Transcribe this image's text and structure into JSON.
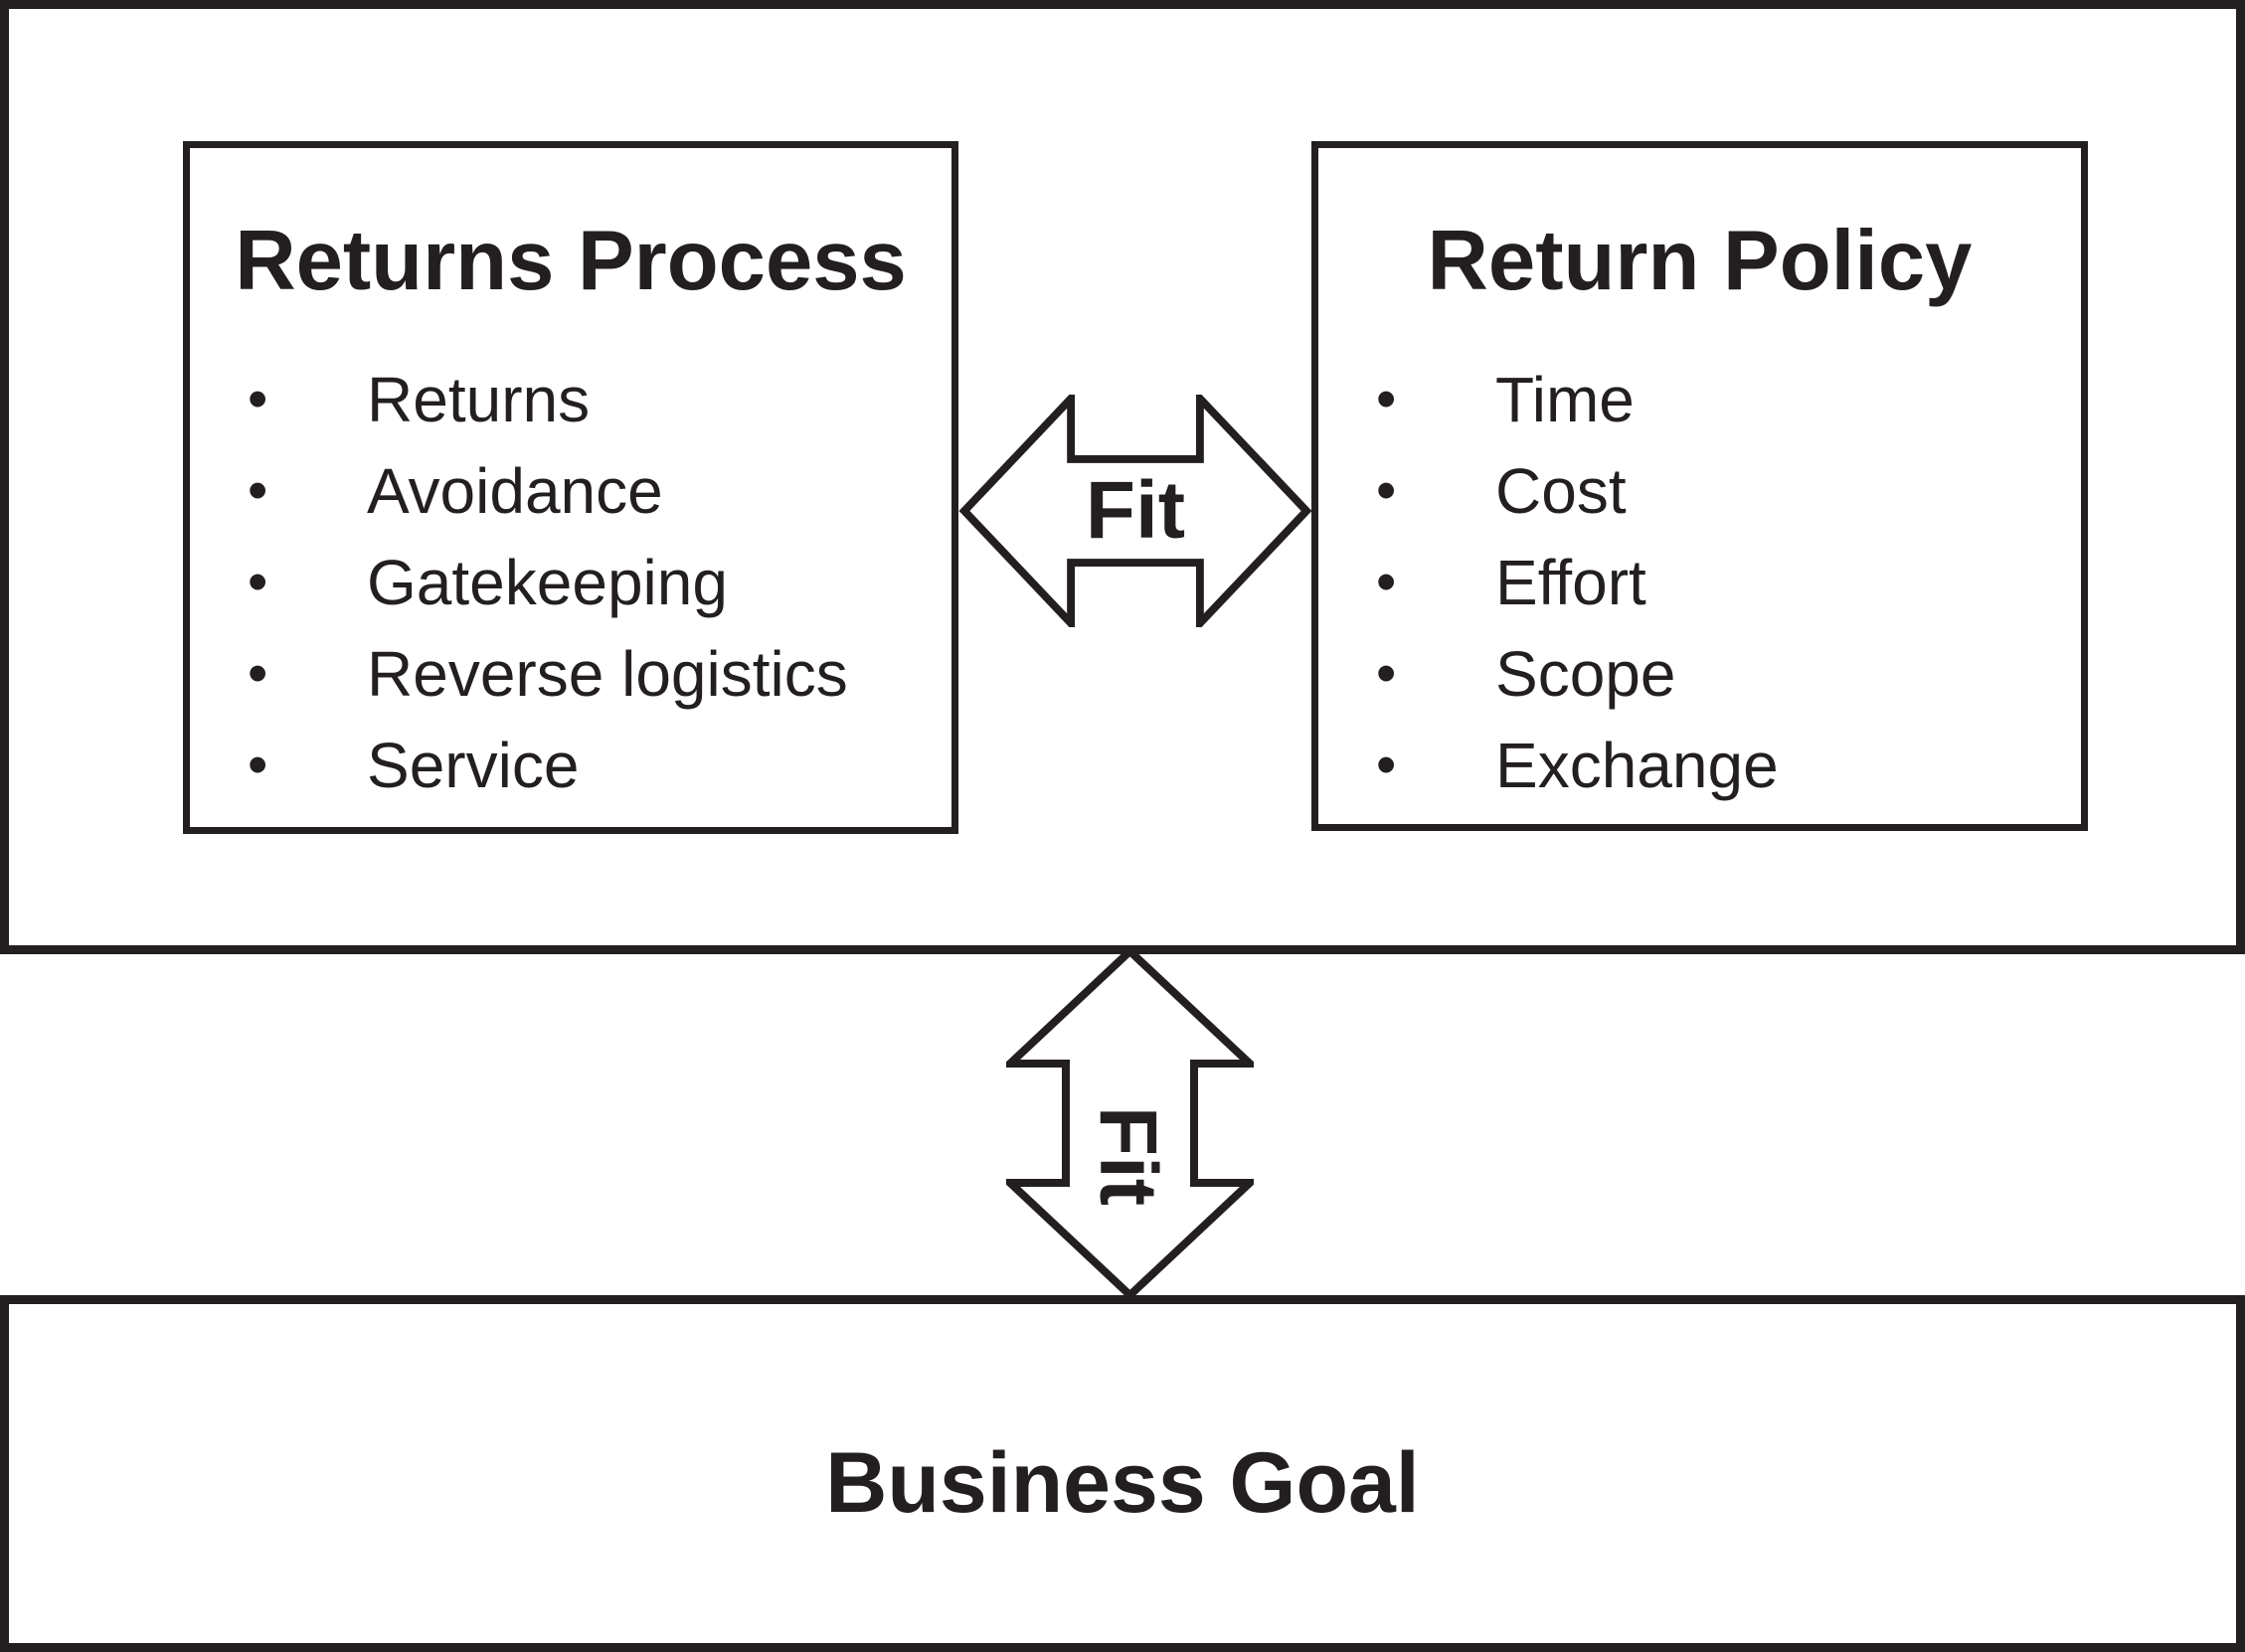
{
  "diagram": {
    "bullet_char": "•",
    "top_section": {
      "returns_process": {
        "title": "Returns Process",
        "items": [
          "Returns",
          "Avoidance",
          "Gatekeeping",
          "Reverse logistics",
          "Service"
        ]
      },
      "return_policy": {
        "title": "Return Policy",
        "items": [
          "Time",
          "Cost",
          "Effort",
          "Scope",
          "Exchange"
        ]
      },
      "fit_horizontal": {
        "label": "Fit"
      }
    },
    "fit_vertical": {
      "label": "Fit"
    },
    "bottom_section": {
      "title": "Business Goal"
    },
    "colors": {
      "ink": "#231f20",
      "background": "#ffffff"
    }
  }
}
